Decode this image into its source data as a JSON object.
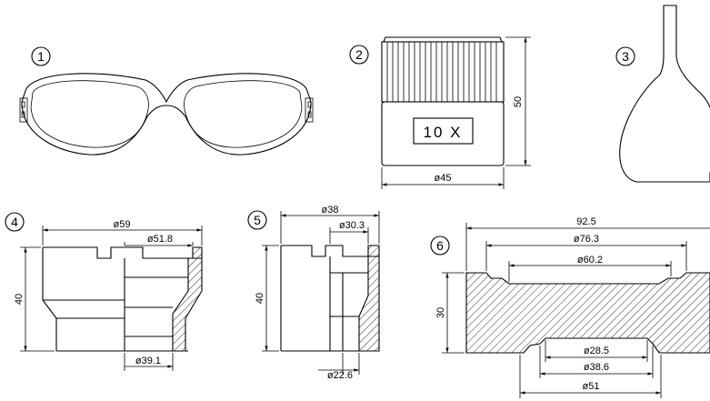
{
  "callouts": {
    "c1": "1",
    "c2": "2",
    "c3": "3",
    "c4": "4",
    "c5": "5",
    "c6": "6"
  },
  "magnifier": {
    "label": "10 X",
    "height": "50",
    "diameter": "ø45"
  },
  "part4": {
    "outer": "ø59",
    "inner": "ø51.8",
    "height": "40",
    "bottom": "ø39.1"
  },
  "part5": {
    "outer": "ø38",
    "inner": "ø30.3",
    "height": "40",
    "bottom": "ø22.6"
  },
  "part6": {
    "overall": "92.5",
    "d1": "ø76.3",
    "d2": "ø60.2",
    "height": "30",
    "d3": "ø28.5",
    "d4": "ø38.6",
    "d5": "ø51"
  }
}
